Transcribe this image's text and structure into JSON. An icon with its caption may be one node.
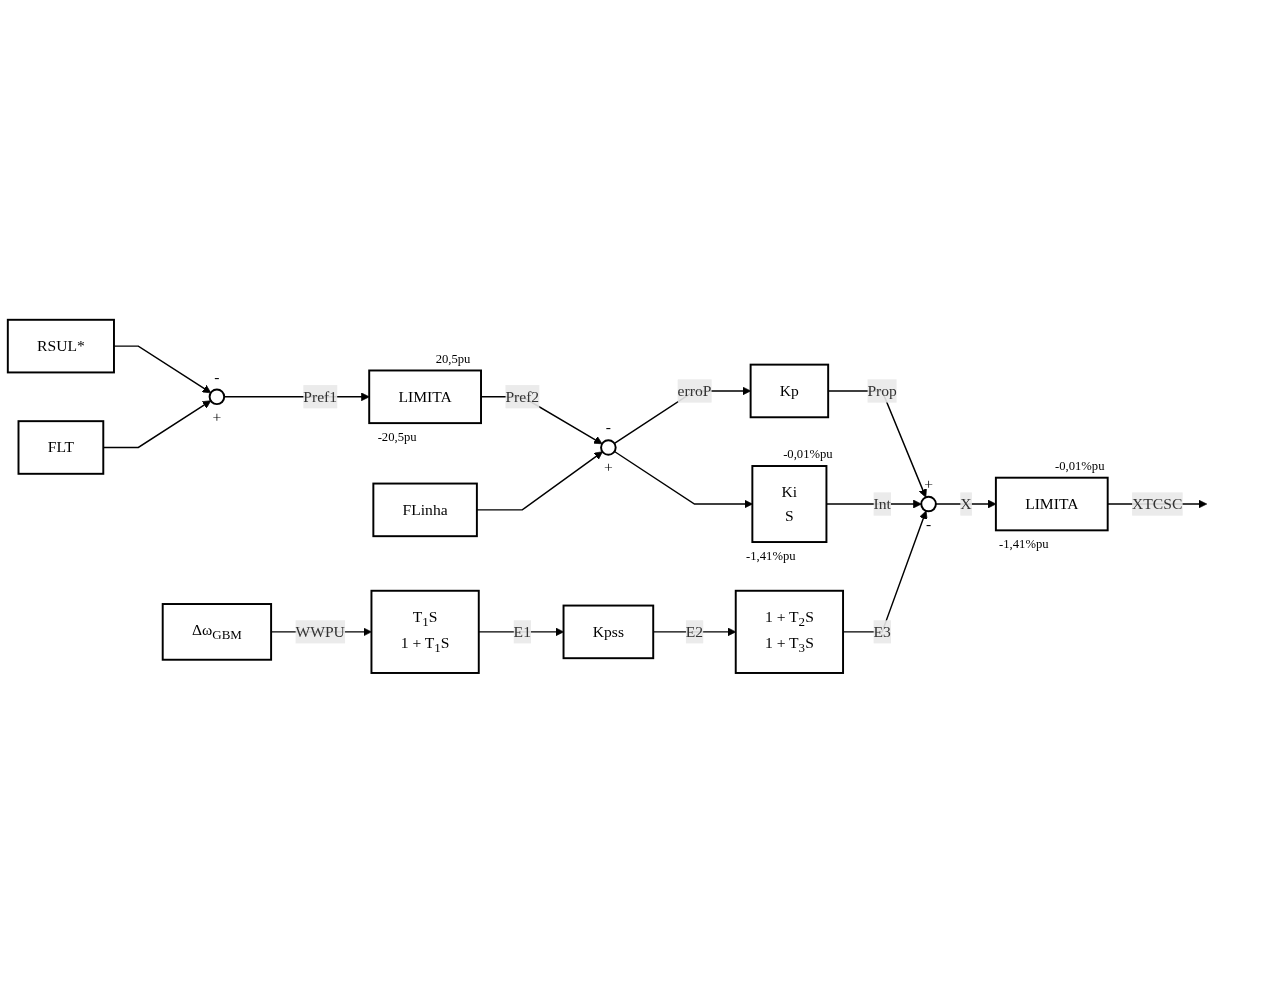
{
  "diagram": {
    "nodes": [
      {
        "text": [
          "RSUL*"
        ]
      },
      {
        "text": [
          "FLT"
        ]
      },
      {
        "text": [],
        "shape": "circle",
        "beside": [
          "-",
          "+"
        ]
      },
      {
        "text": [
          "LIMITA"
        ],
        "beside": [
          "20,5pu",
          "-20,5pu"
        ]
      },
      {
        "text": [
          "FLinha"
        ]
      },
      {
        "text": [],
        "shape": "circle",
        "beside": [
          "-",
          "+"
        ]
      },
      {
        "text": [
          "Kp"
        ]
      },
      {
        "text": [
          "Ki",
          "S"
        ],
        "beside": [
          "-0,01%pu",
          "-1,41%pu"
        ]
      },
      {
        "text": [],
        "shape": "circle",
        "beside": [
          "+",
          "-"
        ]
      },
      {
        "text": [
          "LIMITA"
        ],
        "beside": [
          "-0,01%pu",
          "-1,41%pu"
        ]
      },
      {
        "text": [
          "Δω$_{GBM}$"
        ]
      },
      {
        "text": [
          "T$_{1}$S",
          "1 + T$_{1}$S"
        ]
      },
      {
        "text": [
          "Kpss"
        ]
      },
      {
        "text": [
          "1 + T$_{2}$S",
          "1 + T$_{3}$S"
        ]
      }
    ],
    "edges": [
      {
        "from": 0,
        "to": 2,
        "arrow": "to"
      },
      {
        "from": 1,
        "to": 2,
        "arrow": "to"
      },
      {
        "from": 2,
        "to": 3,
        "arrow": "to",
        "label": "Pref1"
      },
      {
        "from": 3,
        "to": 5,
        "arrow": "to",
        "label": "Pref2"
      },
      {
        "from": 4,
        "to": 5,
        "arrow": "to"
      },
      {
        "from": 5,
        "to": 6,
        "arrow": "to",
        "label": "erroP"
      },
      {
        "from": 5,
        "to": 7,
        "arrow": "to"
      },
      {
        "from": 6,
        "to": 8,
        "arrow": "to",
        "label": "Prop"
      },
      {
        "from": 7,
        "to": 8,
        "arrow": "to",
        "label": "Int"
      },
      {
        "from": 8,
        "to": 9,
        "arrow": "to",
        "label": "X"
      },
      {
        "from": 9,
        "to": null,
        "arrow": "to",
        "label": "XTCSC"
      },
      {
        "from": 10,
        "to": 11,
        "arrow": "to",
        "label": "WWPU"
      },
      {
        "from": 11,
        "to": 12,
        "arrow": "to",
        "label": "E1"
      },
      {
        "from": 12,
        "to": 13,
        "arrow": "to",
        "label": "E2"
      },
      {
        "from": 13,
        "to": 8,
        "arrow": "to",
        "label": "E3"
      }
    ]
  }
}
